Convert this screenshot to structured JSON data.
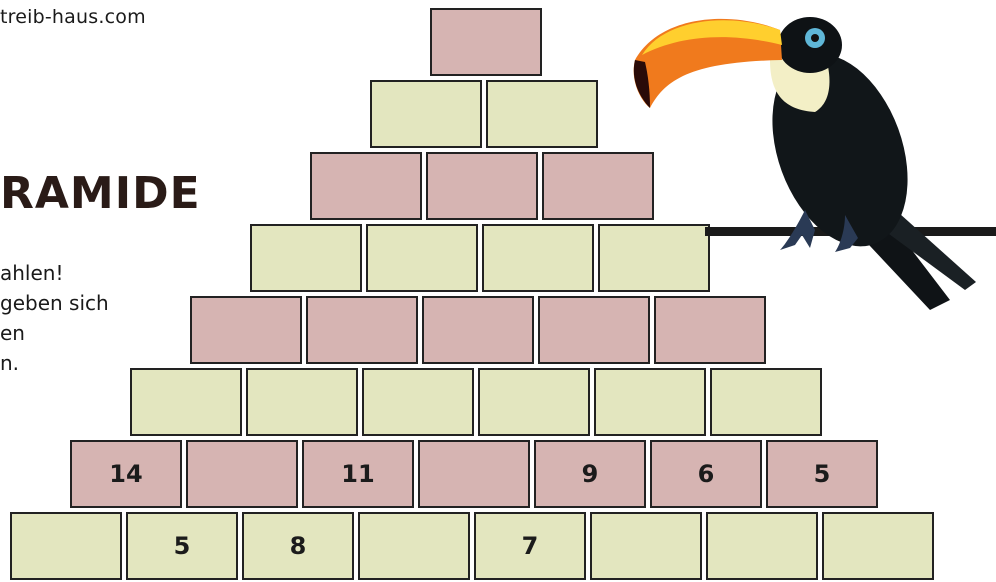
{
  "header": {
    "site": "treib-haus.com"
  },
  "title": "RAMIDE",
  "instructions": [
    "ahlen!",
    "geben sich",
    "en",
    "n."
  ],
  "pyramid": {
    "rows": [
      [
        "",
        "",
        "",
        "",
        "",
        "",
        "",
        ""
      ],
      [
        "14",
        "",
        "11",
        "",
        "9",
        "6",
        "5"
      ],
      [
        "",
        "",
        "",
        "",
        "",
        ""
      ],
      [
        "",
        "",
        "",
        "",
        ""
      ],
      [
        "",
        "",
        "",
        ""
      ],
      [
        "",
        "",
        ""
      ],
      [
        "",
        ""
      ],
      [
        ""
      ]
    ],
    "bottom": [
      "",
      "5",
      "8",
      "",
      "7",
      "",
      "",
      ""
    ]
  },
  "colors": {
    "pink": "#d6b4b2",
    "yellow": "#e3e6bf",
    "text": "#1a1a1a"
  },
  "icons": {
    "bird": "toucan-icon"
  }
}
